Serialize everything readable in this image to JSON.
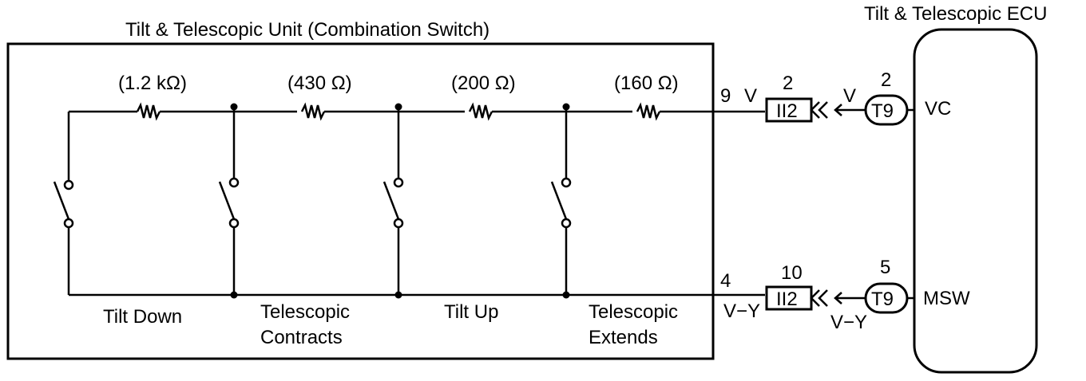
{
  "unit": {
    "title": "Tilt & Telescopic Unit (Combination Switch)",
    "resistors": [
      "(1.2 kΩ)",
      "(430 Ω)",
      "(200 Ω)",
      "(160 Ω)"
    ],
    "switches": [
      {
        "line1": "Tilt Down",
        "line2": ""
      },
      {
        "line1": "Telescopic",
        "line2": "Contracts"
      },
      {
        "line1": "Tilt Up",
        "line2": ""
      },
      {
        "line1": "Telescopic",
        "line2": "Extends"
      }
    ]
  },
  "ecu": {
    "title": "Tilt & Telescopic ECU",
    "terminals": [
      {
        "pin": "2",
        "connector": "T9",
        "name": "VC"
      },
      {
        "pin": "5",
        "connector": "T9",
        "name": "MSW"
      }
    ]
  },
  "connections": [
    {
      "unit_pin": "9",
      "unit_wire": "V",
      "junction_pin": "2",
      "junction": "II2",
      "wire": "V"
    },
    {
      "unit_pin": "4",
      "unit_wire": "V−Y",
      "junction_pin": "10",
      "junction": "II2",
      "wire": "V−Y"
    }
  ]
}
